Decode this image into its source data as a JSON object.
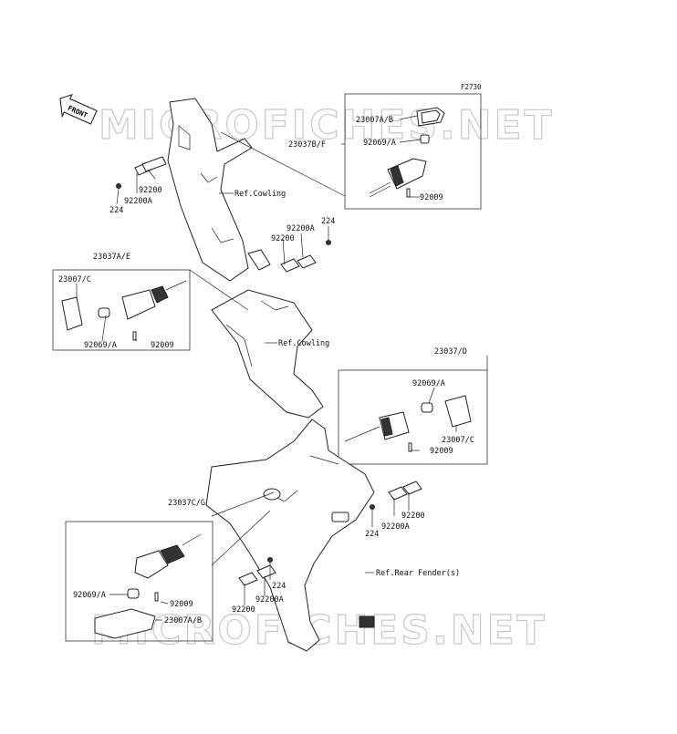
{
  "diagram": {
    "code": "F2730",
    "front_label": "FRONT",
    "watermark": "MICROFICHES.NET",
    "labels": {
      "l1": "23007A/B",
      "l2": "23037B/F",
      "l3": "92069/A",
      "l4": "92009",
      "l5": "92200",
      "l6": "92200A",
      "l7": "224",
      "l8": "Ref.Cowling",
      "l9": "92200A",
      "l10": "224",
      "l11": "92200",
      "l12": "23037A/E",
      "l13": "23007/C",
      "l14": "92069/A",
      "l15": "92009",
      "l16": "Ref.Cowling",
      "l17": "23037/D",
      "l18": "92069/A",
      "l19": "23007/C",
      "l20": "92009",
      "l21": "23037C/G",
      "l22": "92200",
      "l23": "92200A",
      "l24": "224",
      "l25": "Ref.Rear Fender(s)",
      "l26": "224",
      "l27": "92200A",
      "l28": "92200",
      "l29": "92069/A",
      "l30": "92009",
      "l31": "23007A/B"
    }
  }
}
